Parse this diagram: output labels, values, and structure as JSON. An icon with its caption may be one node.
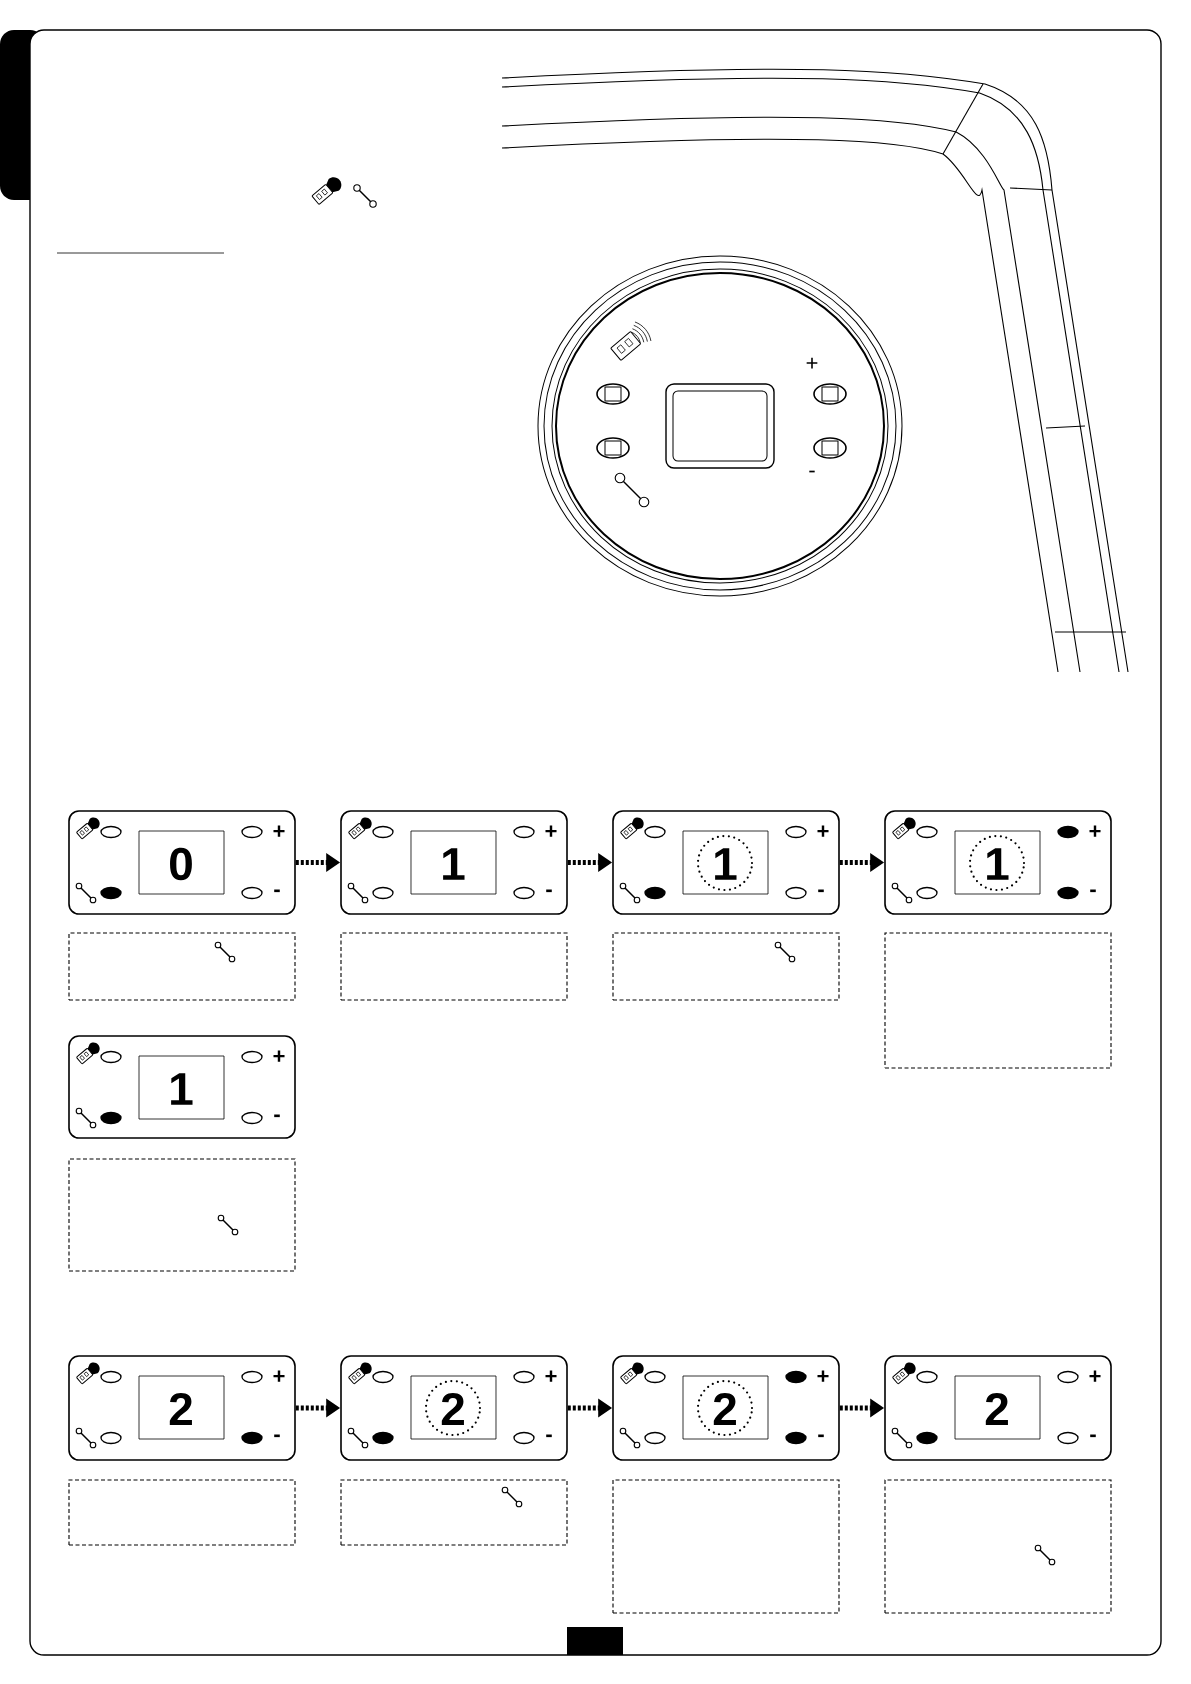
{
  "diagram": {
    "nodes": [
      {
        "text": [
          "0",
          "+",
          "-"
        ]
      },
      {
        "text": [
          "1",
          "+",
          "-"
        ]
      },
      {
        "text": [
          "1",
          "+",
          "-"
        ]
      },
      {
        "text": [
          "1",
          "+",
          "-"
        ]
      },
      {
        "text": [],
        "shape": "box"
      },
      {
        "text": [],
        "shape": "box"
      },
      {
        "text": [],
        "shape": "box"
      },
      {
        "text": [],
        "shape": "box"
      },
      {
        "text": [
          "1",
          "+",
          "-"
        ]
      },
      {
        "text": [],
        "shape": "box"
      },
      {
        "text": [
          "2",
          "+",
          "-"
        ]
      },
      {
        "text": [
          "2",
          "+",
          "-"
        ]
      },
      {
        "text": [
          "2",
          "+",
          "-"
        ]
      },
      {
        "text": [
          "2",
          "+",
          "-"
        ]
      },
      {
        "text": [],
        "shape": "box"
      },
      {
        "text": [],
        "shape": "box"
      },
      {
        "text": [],
        "shape": "box"
      },
      {
        "text": [],
        "shape": "box"
      }
    ],
    "edges": [
      {
        "from": 0,
        "to": 1,
        "arrow": "to"
      },
      {
        "from": 1,
        "to": 2,
        "arrow": "to"
      },
      {
        "from": 2,
        "to": 3,
        "arrow": "to"
      },
      {
        "from": 10,
        "to": 11,
        "arrow": "to"
      },
      {
        "from": 11,
        "to": 12,
        "arrow": "to"
      },
      {
        "from": 12,
        "to": 13,
        "arrow": "to"
      }
    ],
    "labels": [
      "+",
      "-"
    ]
  }
}
